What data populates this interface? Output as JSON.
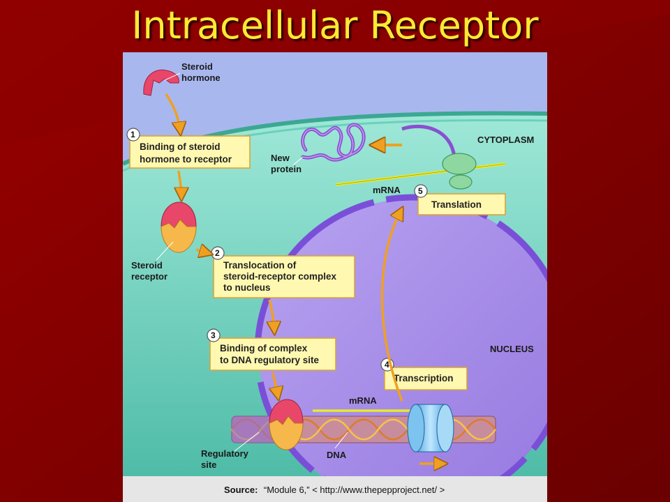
{
  "title": "Intracellular Receptor",
  "labels": {
    "steroid_hormone": [
      "Steroid",
      "hormone"
    ],
    "steroid_receptor": [
      "Steroid",
      "receptor"
    ],
    "new_protein": [
      "New",
      "protein"
    ],
    "cytoplasm": "CYTOPLASM",
    "nucleus": "NUCLEUS",
    "mrna_cytoplasm": "mRNA",
    "mrna_nucleus": "mRNA",
    "regulatory_site": [
      "Regulatory",
      "site"
    ],
    "dna": "DNA"
  },
  "steps": [
    {
      "number": "1",
      "lines": [
        "Binding of steroid",
        "hormone to receptor"
      ]
    },
    {
      "number": "2",
      "lines": [
        "Translocation of",
        "steroid-receptor complex",
        "to nucleus"
      ]
    },
    {
      "number": "3",
      "lines": [
        "Binding of complex",
        "to DNA regulatory site"
      ]
    },
    {
      "number": "4",
      "lines": [
        "Transcription"
      ]
    },
    {
      "number": "5",
      "lines": [
        "Translation"
      ]
    }
  ],
  "source": {
    "label": "Source:",
    "text": "“Module 6,” < http://www.thepepproject.net/ >"
  },
  "colors": {
    "slide_background": "#7e0000",
    "title": "#ffea33",
    "step_box_fill": "#fff8b0",
    "step_box_border": "#d9a43a",
    "arrow": "#f0a020",
    "cytoplasm": "#5ec9b4",
    "nucleus": "#a88fe8",
    "hormone": "#e8476a",
    "receptor": "#f7b84b"
  }
}
